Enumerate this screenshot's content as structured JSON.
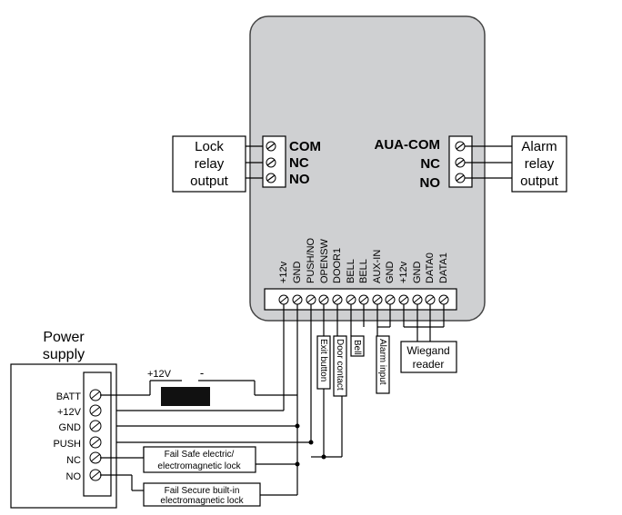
{
  "lock_relay": {
    "box_lines": [
      "Lock",
      "relay",
      "output"
    ],
    "terminals": [
      "COM",
      "NC",
      "NO"
    ]
  },
  "alarm_relay": {
    "box_lines": [
      "Alarm",
      "relay",
      "output"
    ],
    "terminals": [
      "AUA-COM",
      "NC",
      "NO"
    ]
  },
  "bottom_terminals": [
    "+12v",
    "GND",
    "PUSH/NO",
    "OPENSW",
    "DOOR1",
    "BELL",
    "BELL",
    "AUX-IN",
    "GND",
    "+12v",
    "GND",
    "DATA0",
    "DATA1"
  ],
  "device_labels": {
    "exit_button": "Exit button",
    "door_contact": "Door contact",
    "bell": "Bell",
    "alarm_input": "Alarm input",
    "wiegand": [
      "Wiegand",
      "reader"
    ]
  },
  "power_supply": {
    "title": [
      "Power",
      "supply"
    ],
    "terminals": [
      "BATT",
      "+12V",
      "GND",
      "PUSH",
      "NC",
      "NO"
    ],
    "battery_plus": "+12V",
    "battery_minus": "-"
  },
  "locks": {
    "fail_safe": [
      "Fail Safe electric/",
      "electromagnetic lock"
    ],
    "fail_secure": [
      "Fail Secure  built-in",
      "electromagnetic lock"
    ]
  }
}
